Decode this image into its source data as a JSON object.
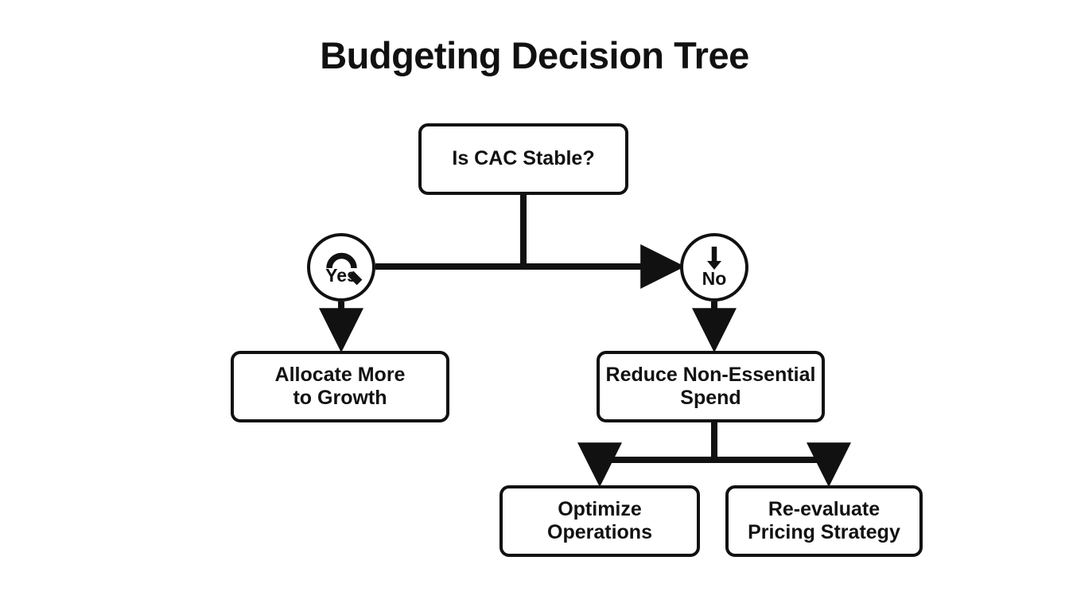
{
  "diagram": {
    "title": "Budgeting Decision Tree",
    "type": "decision-tree",
    "background_color": "#ffffff",
    "line_color": "#111111",
    "text_color": "#111111",
    "nodes": [
      {
        "id": "root",
        "label": "Is CAC Stable?",
        "shape": "rounded-rect"
      },
      {
        "id": "yes",
        "label": "Yes",
        "shape": "circle",
        "icon": "magnifier-icon"
      },
      {
        "id": "no",
        "label": "No",
        "shape": "circle",
        "icon": "arrow-down-icon"
      },
      {
        "id": "left",
        "label": "Allocate More\nto Growth",
        "shape": "rounded-rect"
      },
      {
        "id": "right",
        "label": "Reduce Non-Essential\nSpend",
        "shape": "rounded-rect"
      },
      {
        "id": "opt",
        "label": "Optimize\nOperations",
        "shape": "rounded-rect"
      },
      {
        "id": "price",
        "label": "Re-evaluate\nPricing Strategy",
        "shape": "rounded-rect"
      }
    ],
    "edges": [
      {
        "from": "root",
        "to": "yes",
        "style": "orthogonal",
        "arrow": false
      },
      {
        "from": "root",
        "to": "no",
        "style": "orthogonal",
        "arrow": true
      },
      {
        "from": "yes",
        "to": "left",
        "style": "straight",
        "arrow": true
      },
      {
        "from": "no",
        "to": "right",
        "style": "straight",
        "arrow": true
      },
      {
        "from": "right",
        "to": "opt",
        "style": "orthogonal",
        "arrow": true
      },
      {
        "from": "right",
        "to": "price",
        "style": "orthogonal",
        "arrow": true
      }
    ]
  }
}
